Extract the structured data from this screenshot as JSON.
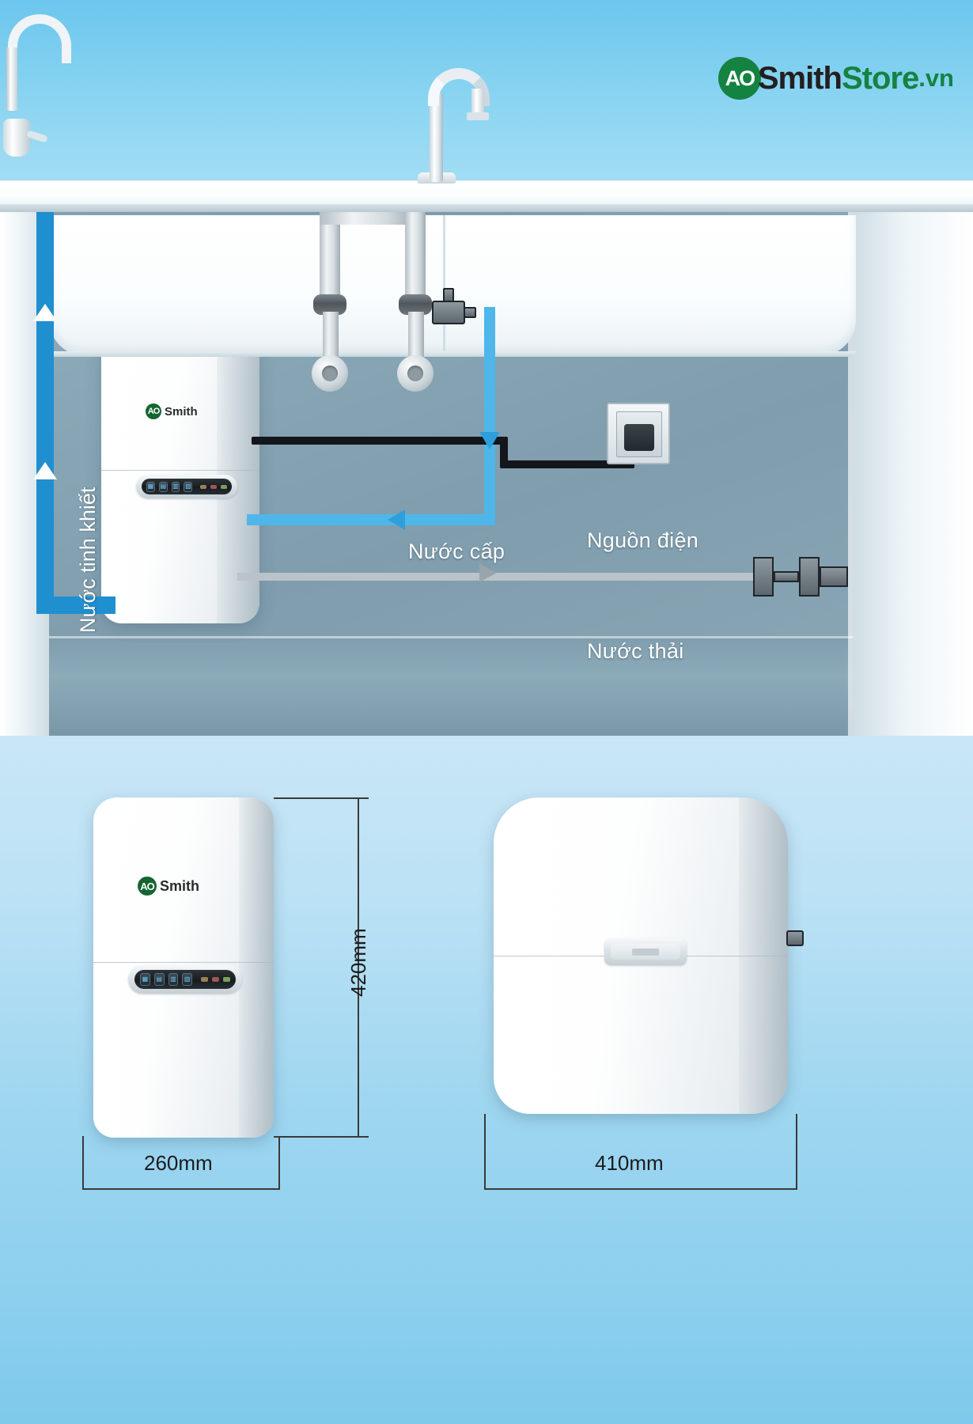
{
  "brand": {
    "mark": "AO",
    "name_dark": "Smith",
    "name_green": "Store",
    "tld": ".vn"
  },
  "diagram": {
    "title": "Under-sink RO water purifier installation diagram",
    "labels": {
      "pure_water": "Nước tinh khiết",
      "supply_water": "Nước cấp",
      "waste_water": "Nước thải",
      "power_source": "Nguồn điện"
    },
    "colors": {
      "supply_pipe": "#4fb6ea",
      "pure_pipe": "#1f8fd0",
      "waste_pipe": "#b9c3c9",
      "cable": "#13161a",
      "cabinet": "#84a3b2",
      "label_text": "#ffffff"
    }
  },
  "product": {
    "logo_mark": "AO",
    "logo_text": "Smith",
    "panel": {
      "buttons": [
        "filter-status-icon",
        "uv-lamp-icon",
        "tank-level-icon",
        "reset-icon"
      ],
      "indicator_count": 6
    }
  },
  "dimensions": {
    "front": {
      "height": "420mm",
      "width": "260mm"
    },
    "side": {
      "width": "410mm"
    }
  }
}
